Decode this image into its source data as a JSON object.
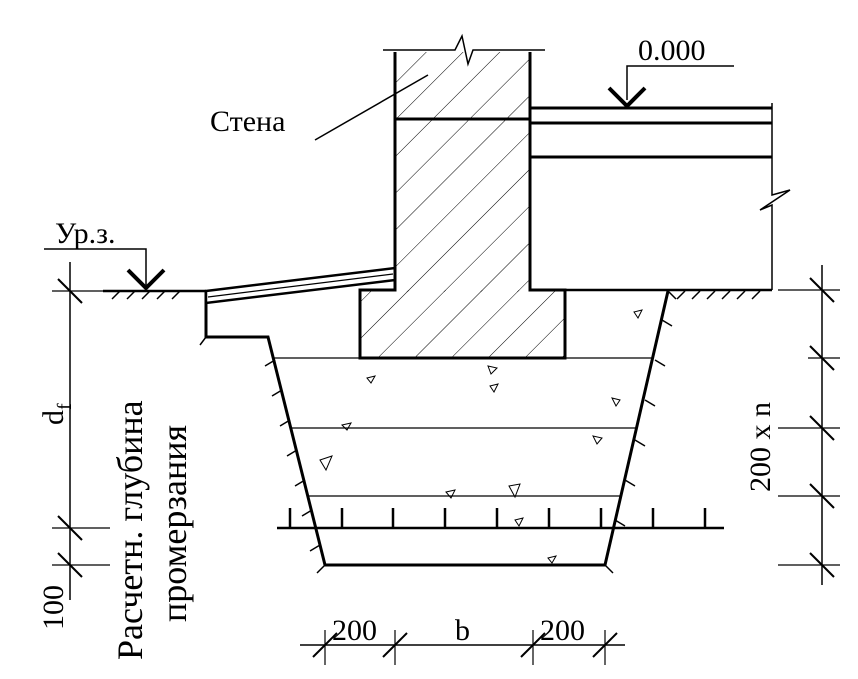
{
  "labels": {
    "wall": "Стена",
    "level_zero": "0.000",
    "ground_level": "Ур.з.",
    "df_main": "d",
    "df_sub": "f",
    "freeze_depth_line1": "Расчетн. глубина",
    "freeze_depth_line2": "промерзания",
    "dim_100": "100",
    "dim_200_left": "200",
    "dim_b": "b",
    "dim_200_right": "200",
    "dim_200xn": "200 x n"
  }
}
